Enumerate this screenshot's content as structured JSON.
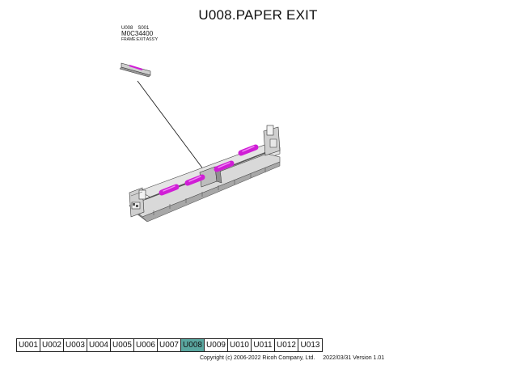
{
  "title": "U008.PAPER EXIT",
  "callout": {
    "ref": "U008",
    "item": "S001",
    "part_number": "M0C34400",
    "part_name": "FRAME:EXIT:ASS'Y"
  },
  "colors": {
    "roller": "#d01ed6",
    "frame": "#d9d9d9",
    "active_tab": "#5aa7a0"
  },
  "nav": {
    "items": [
      {
        "label": "U001"
      },
      {
        "label": "U002"
      },
      {
        "label": "U003"
      },
      {
        "label": "U004"
      },
      {
        "label": "U005"
      },
      {
        "label": "U006"
      },
      {
        "label": "U007"
      },
      {
        "label": "U008"
      },
      {
        "label": "U009"
      },
      {
        "label": "U010"
      },
      {
        "label": "U011"
      },
      {
        "label": "U012"
      },
      {
        "label": "U013"
      }
    ],
    "active": "U008"
  },
  "footer": {
    "copyright": "Copyright (c) 2006-2022 Ricoh Company, Ltd.",
    "version": "2022/03/31 Version 1.01"
  }
}
